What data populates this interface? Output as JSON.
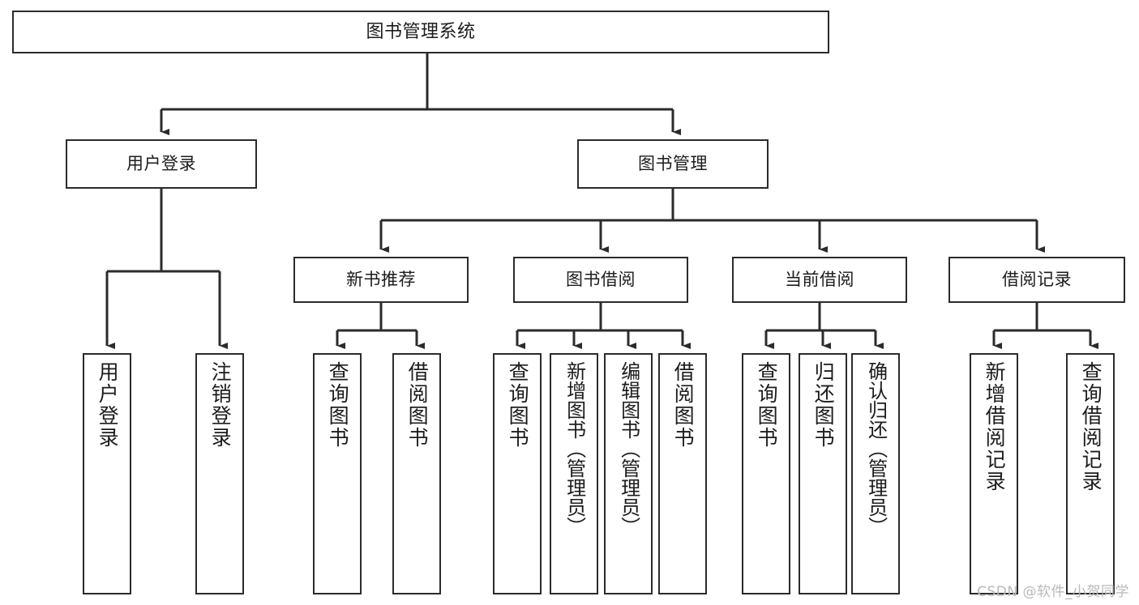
{
  "diagram": {
    "type": "tree-hierarchy",
    "title": "图书管理系统",
    "root": {
      "id": "root",
      "label": "图书管理系统"
    },
    "level1": [
      {
        "id": "user-login",
        "label": "用户登录"
      },
      {
        "id": "book-manage",
        "label": "图书管理"
      }
    ],
    "level2": [
      {
        "id": "new-book-rec",
        "label": "新书推荐"
      },
      {
        "id": "book-borrow",
        "label": "图书借阅"
      },
      {
        "id": "current-borrow",
        "label": "当前借阅"
      },
      {
        "id": "borrow-record",
        "label": "借阅记录"
      }
    ],
    "leaves": {
      "user_login": [
        {
          "id": "leaf-user-login",
          "label": "用户登录"
        },
        {
          "id": "leaf-logout",
          "label": "注销登录"
        }
      ],
      "new_book_rec": [
        {
          "id": "leaf-query-book-1",
          "label": "查询图书"
        },
        {
          "id": "leaf-borrow-book-1",
          "label": "借阅图书"
        }
      ],
      "book_borrow": [
        {
          "id": "leaf-query-book-2",
          "label": "查询图书"
        },
        {
          "id": "leaf-add-book",
          "label": "新增图书（管理员）"
        },
        {
          "id": "leaf-edit-book",
          "label": "编辑图书（管理员）"
        },
        {
          "id": "leaf-borrow-book-2",
          "label": "借阅图书"
        }
      ],
      "current_borrow": [
        {
          "id": "leaf-query-book-3",
          "label": "查询图书"
        },
        {
          "id": "leaf-return-book",
          "label": "归还图书"
        },
        {
          "id": "leaf-confirm-return",
          "label": "确认归还（管理员）"
        }
      ],
      "borrow_record": [
        {
          "id": "leaf-add-record",
          "label": "新增借阅记录"
        },
        {
          "id": "leaf-query-record",
          "label": "查询借阅记录"
        }
      ]
    }
  },
  "watermark": {
    "text": "CSDN @软件_小贺同学"
  },
  "colors": {
    "stroke": "#2b2b2b",
    "fill": "#ffffff",
    "text": "#1c1c1c",
    "watermark": "#b9b9b9"
  }
}
